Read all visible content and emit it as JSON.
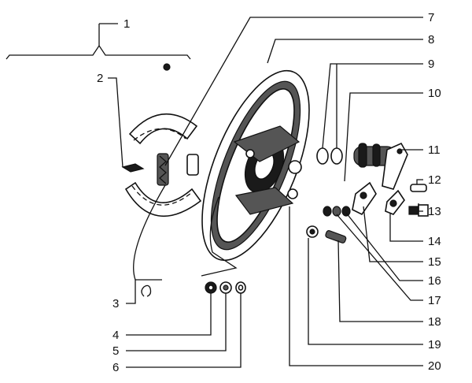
{
  "callouts": [
    "1",
    "2",
    "3",
    "4",
    "5",
    "6",
    "7",
    "8",
    "9",
    "10",
    "11",
    "12",
    "13",
    "14",
    "15",
    "16",
    "17",
    "18",
    "19",
    "20"
  ],
  "colors": {
    "ink": "#111111",
    "background": "#ffffff"
  }
}
